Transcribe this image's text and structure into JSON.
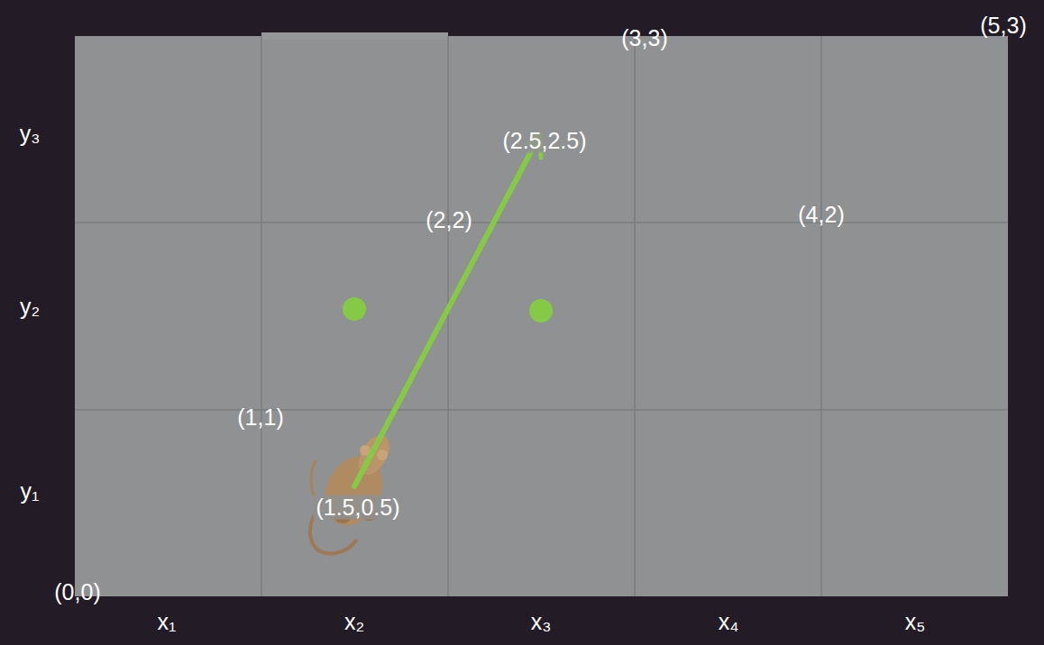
{
  "diagram": {
    "labels": [
      "(3,3)",
      "(5,3)",
      "y₃",
      "(2.5,2.5)",
      "(2,2)",
      "(4,2)",
      "y₂",
      "(1,1)",
      "y₁",
      "(1.5,0.5)",
      "(0,0)",
      "x₁",
      "x₂",
      "x₃",
      "x₄",
      "x₅"
    ]
  }
}
